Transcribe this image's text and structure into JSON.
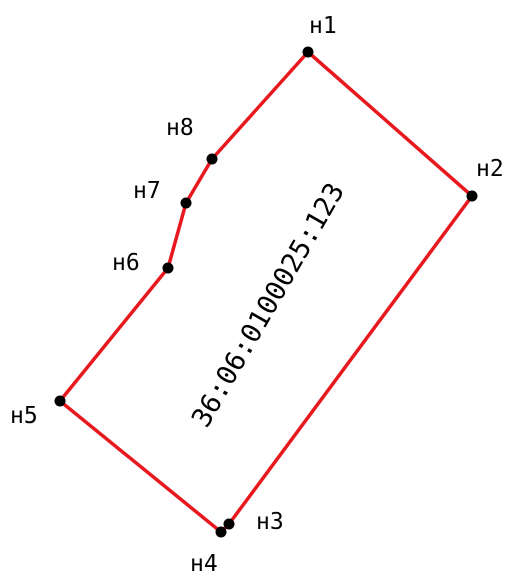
{
  "parcel": {
    "cadastral_number": "36:06:0100025:123"
  },
  "points": [
    {
      "id": "p1",
      "label": "н1"
    },
    {
      "id": "p2",
      "label": "н2"
    },
    {
      "id": "p3",
      "label": "н3"
    },
    {
      "id": "p4",
      "label": "н4"
    },
    {
      "id": "p5",
      "label": "н5"
    },
    {
      "id": "p6",
      "label": "н6"
    },
    {
      "id": "p7",
      "label": "н7"
    },
    {
      "id": "p8",
      "label": "н8"
    }
  ],
  "colors": {
    "boundary": "#e8191e",
    "point": "#000000",
    "text": "#000000",
    "background": "#ffffff"
  }
}
